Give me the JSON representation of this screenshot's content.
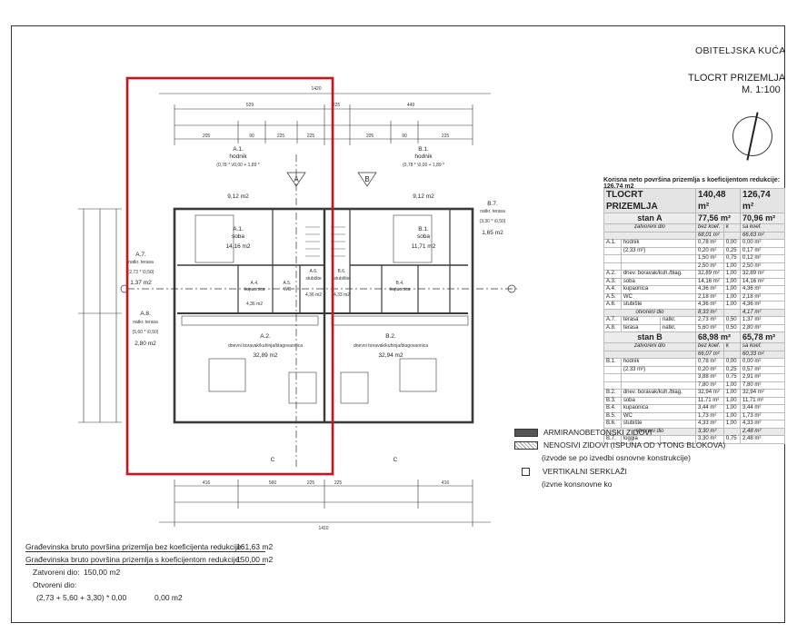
{
  "header": {
    "title": "OBITELJSKA KUĆA",
    "subtitle": "TLOCRT PRIZEMLJA",
    "scale": "M. 1:100"
  },
  "dimensions": {
    "top_overall": "1420",
    "bottom_overall": "1410",
    "top_row": [
      "529",
      "225",
      "449"
    ],
    "top_sub": [
      "205",
      "90",
      "225",
      "225",
      "205",
      "90",
      "225"
    ],
    "bottom_row": [
      "416",
      "560",
      "225",
      "225",
      "416"
    ]
  },
  "rooms": {
    "a1": {
      "code": "A.1.",
      "name": "soba",
      "area": "14,16 m2"
    },
    "a1_hall": {
      "code": "A.1.",
      "name": "hodnik",
      "formula": "(0,78 * \\/0,00 + 1,89 *",
      "area": "9,12 m2"
    },
    "a2": {
      "code": "A.2.",
      "name": "dnevni boravak/kuhinja/blagovaonica",
      "area": "32,89 m2"
    },
    "a4": {
      "code": "A.4.",
      "name": "kupaonica",
      "area": "4,36 m2"
    },
    "a5": {
      "code": "A.5.",
      "name": "WC",
      "area": ""
    },
    "a6": {
      "code": "A.6.",
      "name": "stubište",
      "area": "4,36 m2"
    },
    "a7": {
      "code": "A.7.",
      "name": "natkr. terasa",
      "formula": "(2,73 * \\0,50)",
      "area": "1,37 m2"
    },
    "a8": {
      "code": "A.8.",
      "name": "natkr. terasa",
      "formula": "(5,60 * \\0,50)",
      "area": "2,80 m2"
    },
    "b1": {
      "code": "B.1.",
      "name": "soba",
      "area": "11,71 m2"
    },
    "b1_hall": {
      "code": "B.1.",
      "name": "hodnik",
      "formula": "(0,78 * \\0,00 + 1,89 *",
      "area": "9,12 m2"
    },
    "b2": {
      "code": "B.2.",
      "name": "dnevni boravak/kuhinja/blagovaonica",
      "area": "32,94 m2"
    },
    "b4": {
      "code": "B.4.",
      "name": "kupaonica",
      "area": ""
    },
    "b6": {
      "code": "B.6.",
      "name": "stubište",
      "area": "4,33 m2"
    },
    "b7": {
      "code": "B.7.",
      "name": "natkr. terasa",
      "formula": "(3,30 * \\0,50)",
      "area": "1,65 m2"
    }
  },
  "sections": {
    "a": "A",
    "b": "B",
    "c": "C"
  },
  "area_table": {
    "caption": "Korisna neto površina prizemlja s koeficijentom redukcije: 126,74 m2",
    "title": "TLOCRT PRIZEMLJA",
    "title_val1": "140,48 m²",
    "title_val2": "126,74 m²",
    "stan_a": {
      "label": "stan A",
      "val1": "77,56 m²",
      "val2": "70,96 m²",
      "closed_label": "zatvoreni dio",
      "closed_head": [
        "bez koef.",
        "k",
        "sa koef."
      ],
      "closed_totals": [
        "68,01 m²",
        "",
        "66,63 m²"
      ],
      "rows": [
        [
          "A.1.",
          "hodnik",
          "0,78 m²",
          "0,00",
          "0,00 m²"
        ],
        [
          "",
          "(2,33 m²)",
          "0,20 m²",
          "0,25",
          "0,17 m²"
        ],
        [
          "",
          "",
          "1,50 m²",
          "0,75",
          "0,12 m²"
        ],
        [
          "",
          "",
          "2,50 m²",
          "1,00",
          "2,50 m²"
        ],
        [
          "A.2.",
          "dnev. boravak/kuh./blag.",
          "32,89 m²",
          "1,00",
          "32,89 m²"
        ],
        [
          "A.3.",
          "soba",
          "14,16 m²",
          "1,00",
          "14,16 m²"
        ],
        [
          "A.4.",
          "kupaonica",
          "4,36 m²",
          "1,00",
          "4,36 m²"
        ],
        [
          "A.5.",
          "WC",
          "2,18 m²",
          "1,00",
          "2,18 m²"
        ],
        [
          "A.6.",
          "stubište",
          "4,36 m²",
          "1,00",
          "4,36 m²"
        ]
      ],
      "open_label": "otvoreni dio",
      "open_totals": [
        "8,33 m²",
        "",
        "4,17 m²"
      ],
      "open_rows": [
        [
          "A.7.",
          "terasa",
          "natkr.",
          "2,73 m²",
          "0,50",
          "1,37 m²"
        ],
        [
          "A.8.",
          "terasa",
          "natkr.",
          "5,60 m²",
          "0,50",
          "2,80 m²"
        ]
      ]
    },
    "stan_b": {
      "label": "stan B",
      "val1": "68,98 m²",
      "val2": "65,78 m²",
      "closed_label": "zatvoreni dio",
      "closed_head": [
        "bez koef.",
        "k",
        "sa koef."
      ],
      "closed_totals": [
        "66,07 m²",
        "",
        "60,33 m²"
      ],
      "rows": [
        [
          "B.1.",
          "hodnik",
          "0,78 m²",
          "0,00",
          "0,00 m²"
        ],
        [
          "",
          "(2,33 m²)",
          "0,20 m²",
          "0,25",
          "0,57 m²"
        ],
        [
          "",
          "",
          "3,88 m²",
          "0,75",
          "2,91 m²"
        ],
        [
          "",
          "",
          "7,80 m²",
          "1,00",
          "7,80 m²"
        ],
        [
          "B.2.",
          "dnev. boravak/kuh./blag.",
          "32,94 m²",
          "1,00",
          "32,94 m²"
        ],
        [
          "B.3.",
          "soba",
          "11,71 m²",
          "1,00",
          "11,71 m²"
        ],
        [
          "B.4.",
          "kupaonica",
          "3,44 m²",
          "1,00",
          "3,44 m²"
        ],
        [
          "B.5.",
          "WC",
          "1,73 m²",
          "1,00",
          "1,73 m²"
        ],
        [
          "B.6.",
          "stubište",
          "4,33 m²",
          "1,00",
          "4,33 m²"
        ]
      ],
      "open_label": "otvoreni dio",
      "open_totals": [
        "3,30 m²",
        "",
        "2,48 m²"
      ],
      "open_rows": [
        [
          "B.7.",
          "loggia",
          "",
          "3,30 m²",
          "0,75",
          "2,48 m²"
        ]
      ]
    }
  },
  "legend": [
    {
      "kind": "dark",
      "text": "ARMIRANOBETONSKI ZIDOVI"
    },
    {
      "kind": "hatch",
      "text": "NENOSIVI ZIDOVI (ISPUNA OD YTONG BLOKOVA)"
    },
    {
      "kind": "note",
      "text": "(izvode se po izvedbi osnovne konstrukcije)"
    },
    {
      "kind": "square",
      "text": "VERTIKALNI SERKLAŽI"
    },
    {
      "kind": "note",
      "text": "(izvne konsnovne ko"
    }
  ],
  "summary": {
    "gross_no_coef_label": "Građevinska bruto površina prizemlja bez koeficijenta redukcije:",
    "gross_no_coef_value": "161,63 m2",
    "gross_coef_label": "Građevinska bruto površina prizemlja s koeficijentom redukcije:",
    "gross_coef_value": "150,00 m2",
    "closed_label": "Zatvoreni dio:",
    "closed_value": "150,00 m2",
    "open_label": "Otvoreni dio:",
    "open_formula": "(2,73 + 5,60 + 3,30) * 0,00",
    "open_value": "0,00 m2"
  },
  "colors": {
    "highlight": "#d0101b",
    "wall": "#3a3a3a",
    "line": "#333333"
  }
}
